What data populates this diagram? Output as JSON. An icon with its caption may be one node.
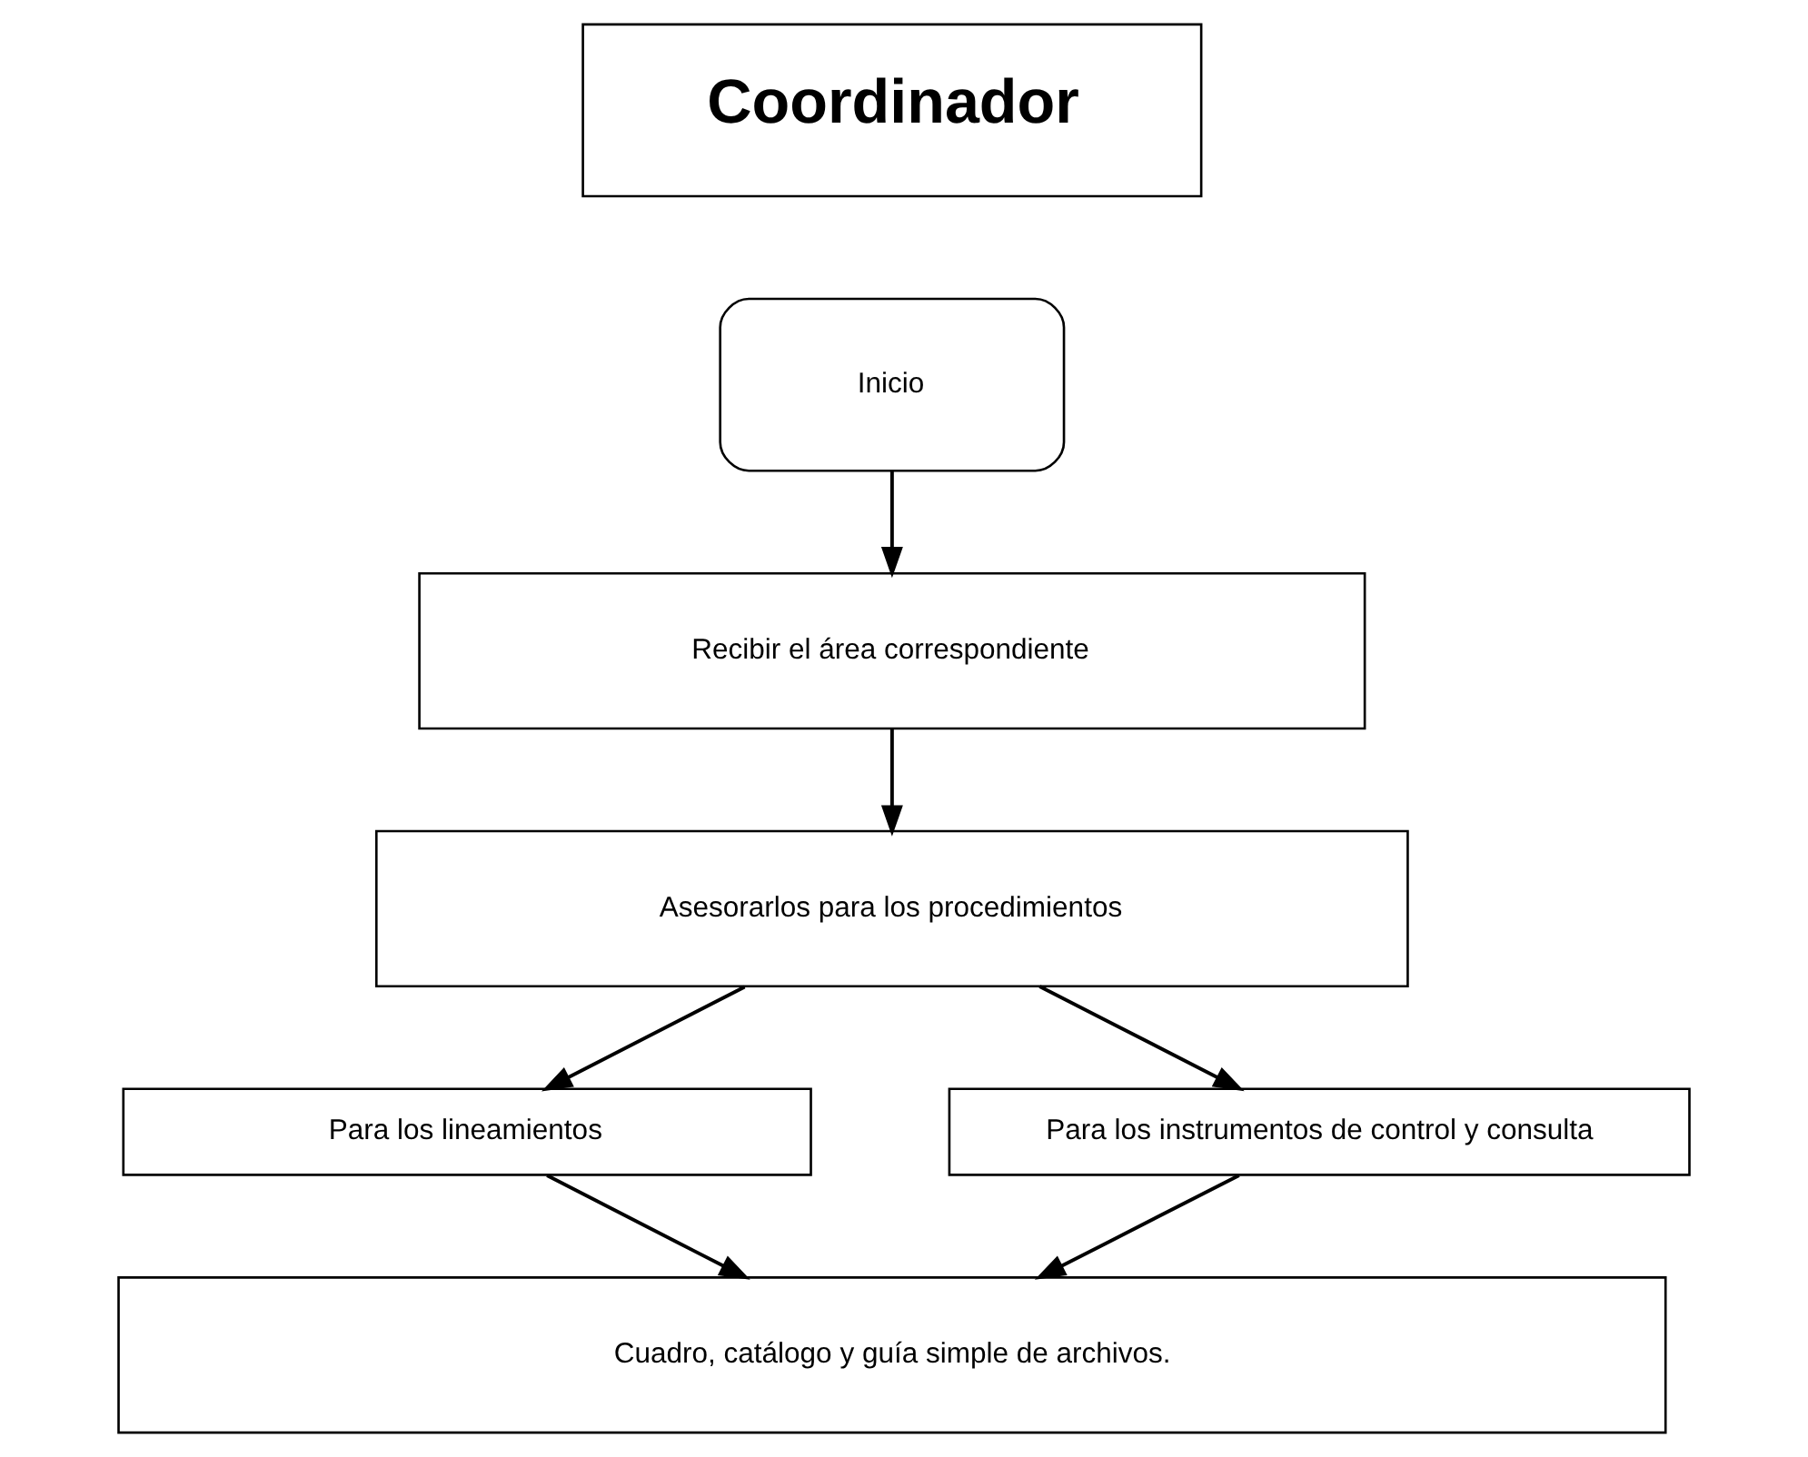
{
  "diagram": {
    "nodes": [
      {
        "text": [
          "Coordinador"
        ]
      },
      {
        "text": [
          "Inicio"
        ]
      },
      {
        "text": [
          "Recibir el área correspondiente"
        ]
      },
      {
        "text": [
          "Asesorarlos para los procedimientos"
        ]
      },
      {
        "text": [
          "Para los lineamientos"
        ]
      },
      {
        "text": [
          "Para los instrumentos de control y consulta"
        ]
      },
      {
        "text": [
          "Cuadro, catálogo y guía simple de archivos."
        ]
      }
    ],
    "edges": [
      {
        "from": 1,
        "to": 2,
        "arrow": "to"
      },
      {
        "from": 2,
        "to": 3,
        "arrow": "to"
      },
      {
        "from": 3,
        "to": 4,
        "arrow": "to"
      },
      {
        "from": 3,
        "to": 5,
        "arrow": "to"
      },
      {
        "from": 4,
        "to": 6,
        "arrow": "to"
      },
      {
        "from": 5,
        "to": 6,
        "arrow": "to"
      }
    ]
  }
}
